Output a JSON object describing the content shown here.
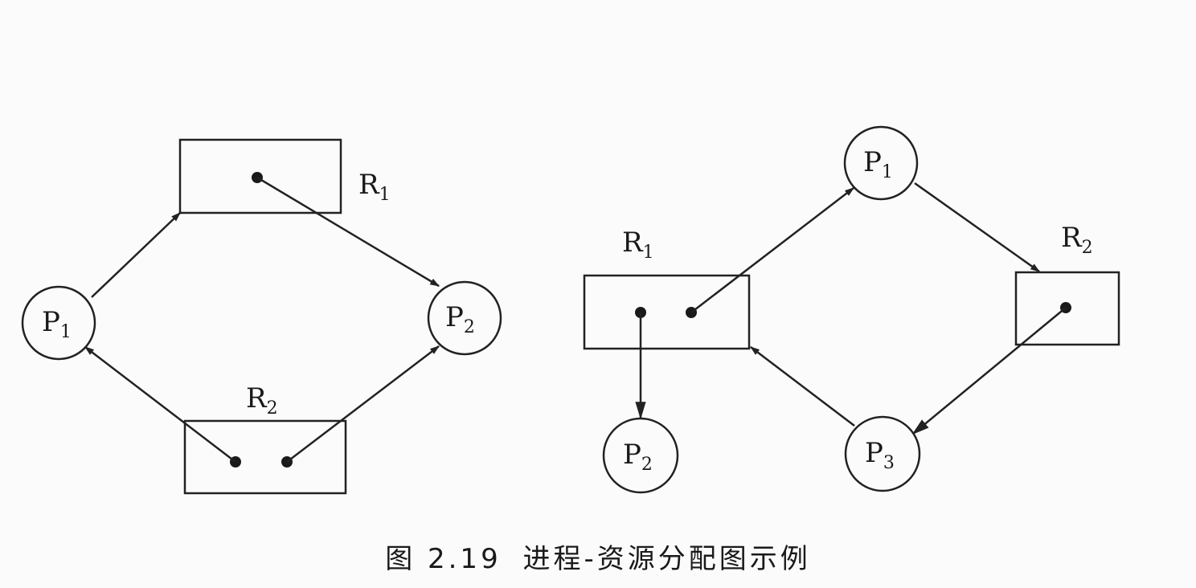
{
  "caption": {
    "figure_no": "图 2.19",
    "title": "进程-资源分配图示例"
  },
  "graphs": [
    {
      "labels": {
        "P1": [
          "P",
          "1"
        ],
        "P2": [
          "P",
          "2"
        ],
        "R1": [
          "R",
          "1"
        ],
        "R2": [
          "R",
          "2"
        ]
      }
    },
    {
      "labels": {
        "P1": [
          "P",
          "1"
        ],
        "P2": [
          "P",
          "2"
        ],
        "P3": [
          "P",
          "3"
        ],
        "R1": [
          "R",
          "1"
        ],
        "R2": [
          "R",
          "2"
        ]
      }
    }
  ]
}
